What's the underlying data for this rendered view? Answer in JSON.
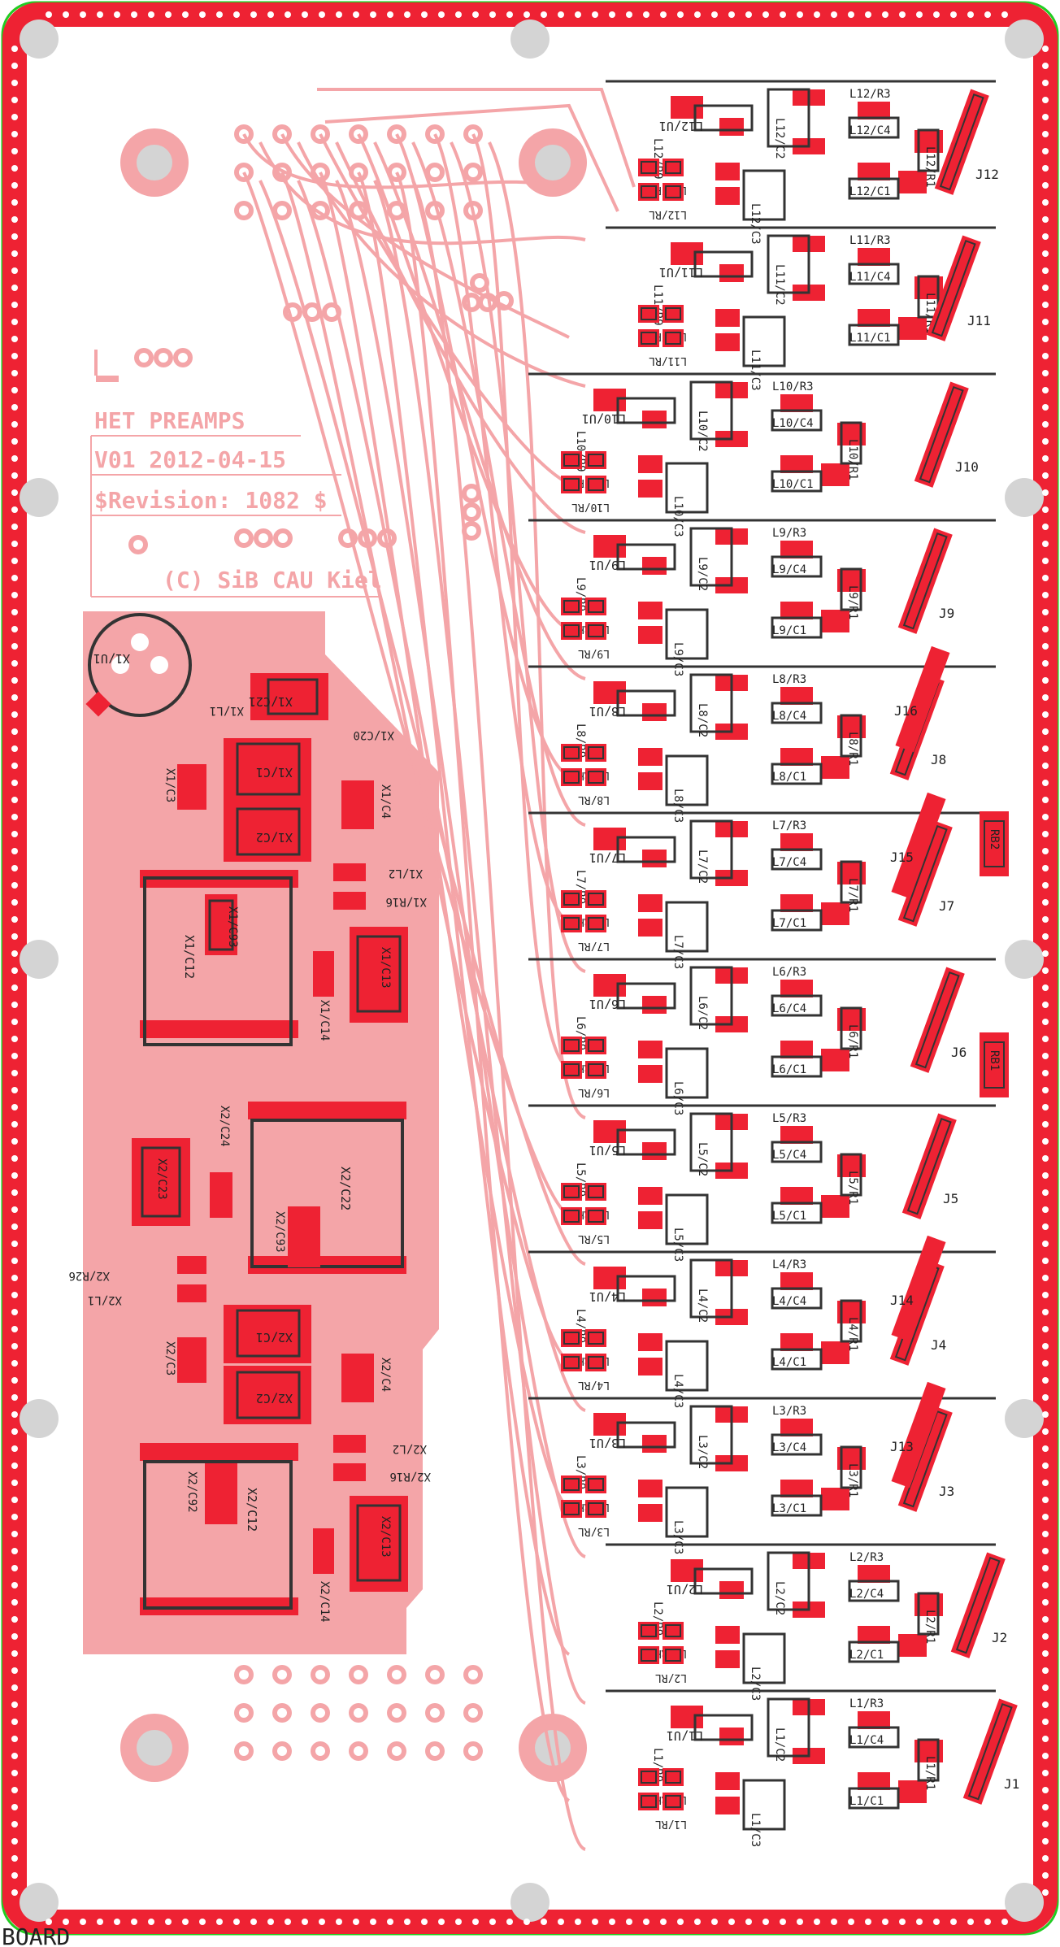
{
  "board": {
    "layer_label": "BOARD",
    "colors": {
      "outline": "#22cc22",
      "copper": "#ee2233",
      "copper_light": "#f4a5a8",
      "silk": "#d03040",
      "drill": "#d4d4d4",
      "courtyard": "#333333"
    }
  },
  "title_block": {
    "line1": "HET PREAMPS",
    "line2": "V01 2012-04-15",
    "line3": "$Revision: 1082 $",
    "line4": "(C) SiB CAU Kiel"
  },
  "channels": [
    {
      "id": "L12",
      "jumper": "J12"
    },
    {
      "id": "L11",
      "jumper": "J11"
    },
    {
      "id": "L10",
      "jumper": "J10"
    },
    {
      "id": "L9",
      "jumper": "J9"
    },
    {
      "id": "L8",
      "jumper": "J8"
    },
    {
      "id": "L7",
      "jumper": "J7"
    },
    {
      "id": "L6",
      "jumper": "J6"
    },
    {
      "id": "L5",
      "jumper": "J5"
    },
    {
      "id": "L4",
      "jumper": "J4"
    },
    {
      "id": "L3",
      "jumper": "J3"
    },
    {
      "id": "L2",
      "jumper": "J2"
    },
    {
      "id": "L1",
      "jumper": "J1"
    }
  ],
  "extra_jumpers": [
    "J16",
    "J15",
    "J14",
    "J13"
  ],
  "resistors_edge": [
    "RB2",
    "RB1"
  ],
  "x1_labels": [
    "X1/U1",
    "X1/L1",
    "X1/C21",
    "X1/C20",
    "X1/C3",
    "X1/C1",
    "X1/C2",
    "X1/C4",
    "X1/L2",
    "X1/R16",
    "X1/C93",
    "X1/C12",
    "X1/C13",
    "X1/C14"
  ],
  "x2_labels": [
    "X2/C24",
    "X2/C23",
    "X2/C22",
    "X2/C93",
    "X2/R26",
    "X2/L1",
    "X2/C1",
    "X2/C3",
    "X2/C2",
    "X2/C4",
    "X2/L2",
    "X2/R16",
    "X2/C92",
    "X2/C12",
    "X2/C13",
    "X2/C14"
  ]
}
